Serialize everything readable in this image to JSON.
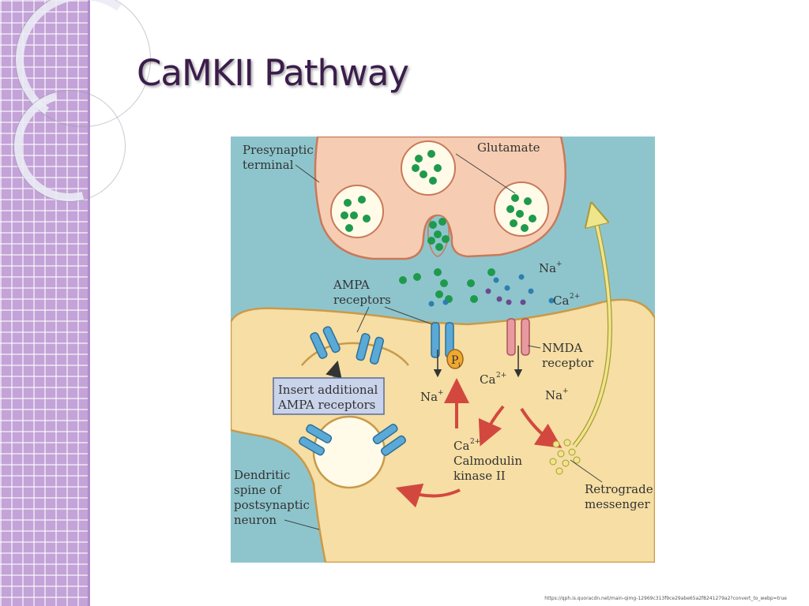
{
  "slide": {
    "title": "CaMKII Pathway",
    "source_url": "https://qph.is.quoracdn.net/main-qimg-12969c313f9ce29abe65a2f8241279a2?convert_to_webp=true"
  },
  "diagram": {
    "labels": {
      "presynaptic_terminal": [
        "Presynaptic",
        "terminal"
      ],
      "glutamate": "Glutamate",
      "ampa_receptors": [
        "AMPA",
        "receptors"
      ],
      "na_top": "Na",
      "na_top_sup": "+",
      "ca_top": "Ca",
      "ca_top_sup": "2+",
      "nmda_receptor": [
        "NMDA",
        "receptor"
      ],
      "insert_ampa": [
        "Insert additional",
        "AMPA receptors"
      ],
      "pi": "P",
      "pi_sub": "i",
      "na_left": "Na",
      "na_left_sup": "+",
      "ca_mid": "Ca",
      "ca_mid_sup": "2+",
      "na_right": "Na",
      "na_right_sup": "+",
      "ca_calmodulin": "Ca",
      "ca_calmodulin_sup": "2+",
      "calmodulin_kinase": [
        "Calmodulin",
        "kinase II"
      ],
      "retrograde_messenger": [
        "Retrograde",
        "messenger"
      ],
      "dendritic_spine": [
        "Dendritic",
        "spine of",
        "postsynaptic",
        "neuron"
      ]
    },
    "colors": {
      "background": "#8ec5cd",
      "terminal": "#f6cdb2",
      "spine": "#f6dea4",
      "glutamate": "#1f9a4c",
      "sodium": "#2c7fb0",
      "calcium": "#6a4b8e",
      "receptor": "#5aa9d6",
      "nmda": "#e99aa0",
      "arrow_red": "#d2483f",
      "retrograde": "#efe58a"
    }
  }
}
